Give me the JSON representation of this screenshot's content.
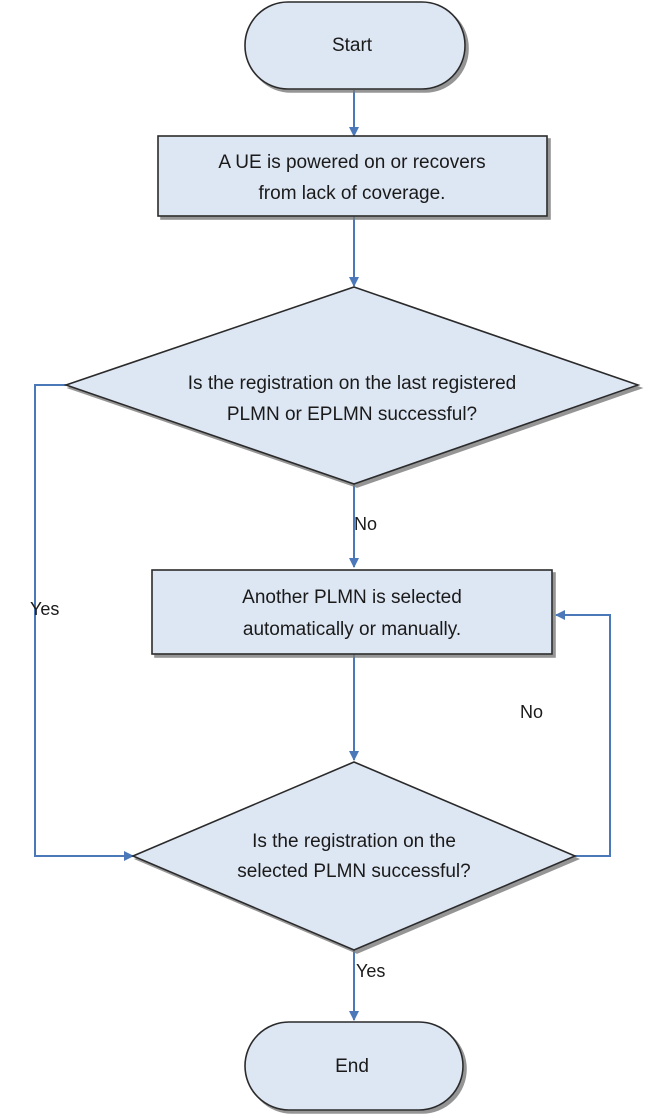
{
  "diagram": {
    "type": "flowchart",
    "colors": {
      "node_fill": "#dde6f3",
      "node_stroke": "#2b2b2b",
      "arrow": "#4a78b8",
      "text": "#1a1a1a"
    },
    "nodes": {
      "start": {
        "shape": "terminator",
        "text": "Start"
      },
      "ue_power": {
        "shape": "process",
        "lines": [
          "A UE is powered on or recovers",
          "from lack of coverage."
        ]
      },
      "decision_last": {
        "shape": "decision",
        "lines": [
          "Is the registration on the last registered",
          "PLMN or EPLMN successful?"
        ]
      },
      "select_plmn": {
        "shape": "process",
        "lines": [
          "Another PLMN is selected",
          "automatically or manually."
        ]
      },
      "decision_selected": {
        "shape": "decision",
        "lines": [
          "Is the registration on the",
          "selected PLMN successful?"
        ]
      },
      "end": {
        "shape": "terminator",
        "text": "End"
      }
    },
    "edges": {
      "last_no": "No",
      "last_yes": "Yes",
      "selected_no": "No",
      "selected_yes": "Yes"
    }
  }
}
